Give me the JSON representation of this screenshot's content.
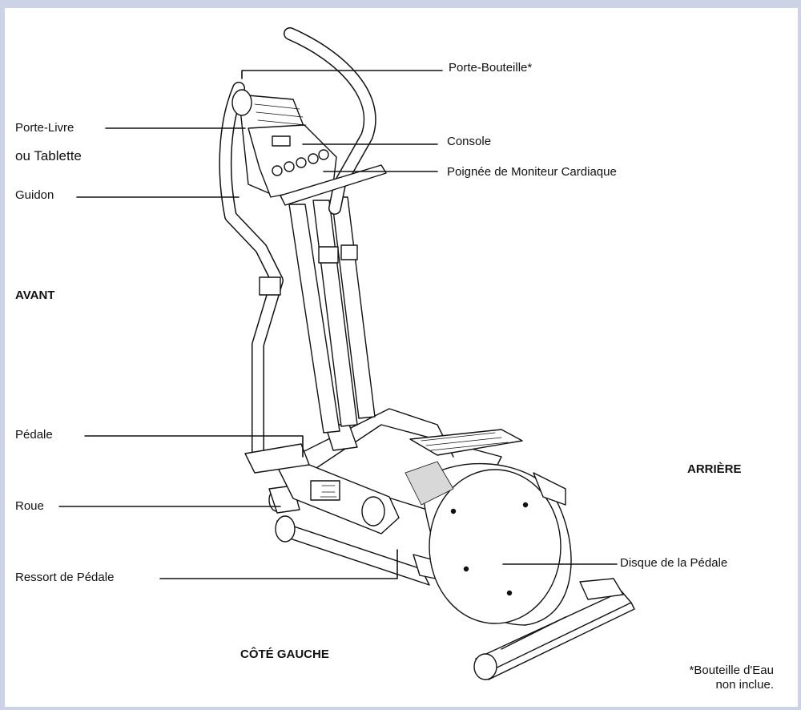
{
  "labels": {
    "porte_bouteille": "Porte-Bouteille*",
    "porte_livre": "Porte-Livre",
    "ou_tablette": "ou Tablette",
    "console": "Console",
    "poignee": "Poignée de Moniteur Cardiaque",
    "guidon": "Guidon",
    "avant": "AVANT",
    "pedale": "Pédale",
    "arriere": "ARRIÈRE",
    "roue": "Roue",
    "ressort": "Ressort de Pédale",
    "disque": "Disque de la Pédale",
    "cote_gauche": "CÔTÉ GAUCHE",
    "note_line1": "*Bouteille d'Eau",
    "note_line2": "non inclue."
  },
  "colors": {
    "background": "#cdd3e6",
    "panel": "#ffffff",
    "ink": "#111111"
  }
}
